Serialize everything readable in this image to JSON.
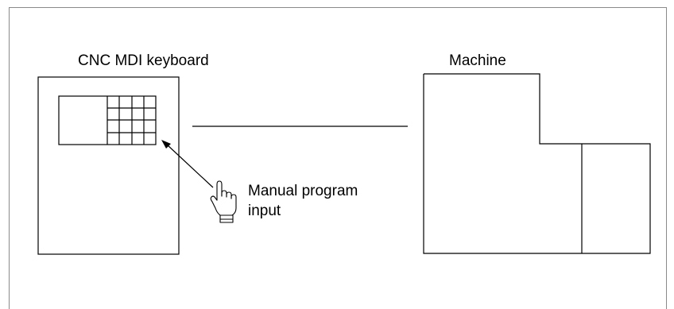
{
  "diagram": {
    "keyboard_label": "CNC MDI keyboard",
    "machine_label": "Machine",
    "manual_input_label_line1": "Manual program",
    "manual_input_label_line2": "input",
    "icons": {
      "hand": "pointing-hand-icon",
      "arrow": "arrow-icon"
    },
    "colors": {
      "line": "#000000",
      "frame": "#8a8a8a"
    }
  }
}
